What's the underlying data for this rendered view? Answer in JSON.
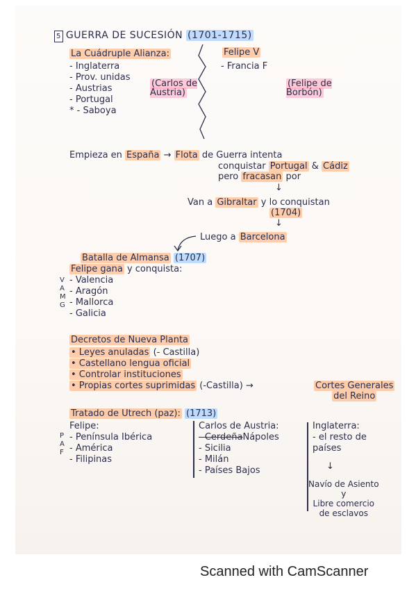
{
  "section": {
    "number": "5",
    "title": "GUERRA DE SUCESIÓN",
    "years": "(1701-1715)"
  },
  "alliance": {
    "heading": "La Cuádruple Alianza:",
    "members": [
      "- Inglaterra",
      "- Prov. unidas",
      "- Austrias",
      "- Portugal",
      "* - Saboya"
    ],
    "candidate": "(Carlos de Austria)"
  },
  "rival": {
    "name": "Felipe V",
    "member": "- Francia F",
    "candidate": "(Felipe de Borbón)"
  },
  "campaign": {
    "start": "Empieza en",
    "spain": "España",
    "arrow": "→",
    "fleet": "Flota",
    "fleet_rest": "de Guerra intenta",
    "line2a": "conquistar",
    "portugal": "Portugal",
    "amp": "&",
    "cadiz": "Cádiz",
    "pero": "pero",
    "fracasan": "fracasan",
    "por": "por",
    "down": "↓",
    "gib_a": "Van a",
    "gibraltar": "Gibraltar",
    "gib_b": "y lo conquistan",
    "gib_year": "(1704)",
    "luego": "Luego a",
    "barcelona": "Barcelona"
  },
  "almansa": {
    "title": "Batalla de Almansa",
    "year": "(1707)",
    "subtitle_hl": "Felipe gana",
    "subtitle_rest": "y conquista:",
    "places": [
      "- Valencia",
      "- Aragón",
      "- Mallorca",
      "- Galicia"
    ],
    "margin": [
      "V",
      "A",
      "M",
      "G"
    ]
  },
  "decrees": {
    "title": "Decretos de Nueva Planta",
    "items": [
      {
        "hl": "• Leyes anuladas",
        "rest": "(- Castilla)"
      },
      {
        "hl": "• Castellano lengua oficial",
        "rest": ""
      },
      {
        "hl": "• Controlar instituciones",
        "rest": ""
      },
      {
        "hl": "• Propias cortes suprimidas",
        "rest": "(-Castilla)"
      }
    ],
    "arrow": "→",
    "result": [
      "Cortes Generales",
      "del Reino"
    ]
  },
  "treaty": {
    "title": "Tratado de Utrech (paz):",
    "year": "(1713)",
    "felipe": {
      "heading": "Felipe:",
      "items": [
        "- Península Ibérica",
        "- América",
        "- Filipinas"
      ]
    },
    "margin": [
      "P",
      "A",
      "F"
    ],
    "carlos": {
      "heading": "Carlos de Austria:",
      "struck": "- Cerdeña",
      "items": [
        "Nápoles",
        "- Sicilia",
        "- Milán",
        "- Países Bajos"
      ]
    },
    "england": {
      "heading": "Inglaterra:",
      "items": [
        "- el resto de",
        "países"
      ],
      "arrow": "↓",
      "outcome": [
        "Navío de Asiento",
        "y",
        "Libre comercio",
        "de esclavos"
      ]
    }
  },
  "footer": "Scanned with CamScanner"
}
